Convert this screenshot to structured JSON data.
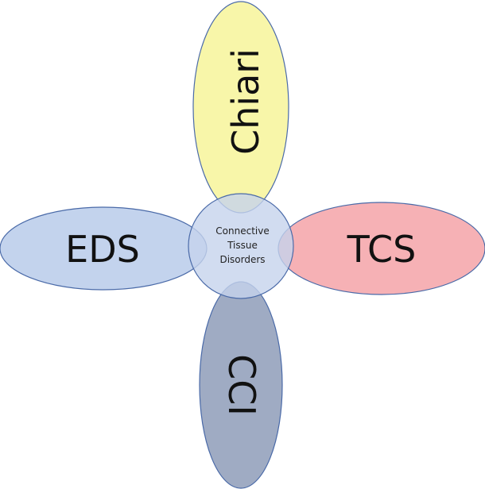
{
  "diagram": {
    "center": {
      "lines": [
        "Connective",
        "Tissue",
        "Disorders"
      ],
      "fill": "#c5d3ec",
      "stroke": "#4a6aa8"
    },
    "petals": {
      "top": {
        "label": "Chiari",
        "fill": "#f7f59a",
        "stroke": "#4a6aa8"
      },
      "left": {
        "label": "EDS",
        "fill": "#b9cbea",
        "stroke": "#4a6aa8"
      },
      "right": {
        "label": "TCS",
        "fill": "#f5a3a8",
        "stroke": "#4a6aa8"
      },
      "bottom": {
        "label": "CCI",
        "fill": "#8e9cb8",
        "stroke": "#4a6aa8"
      }
    }
  }
}
